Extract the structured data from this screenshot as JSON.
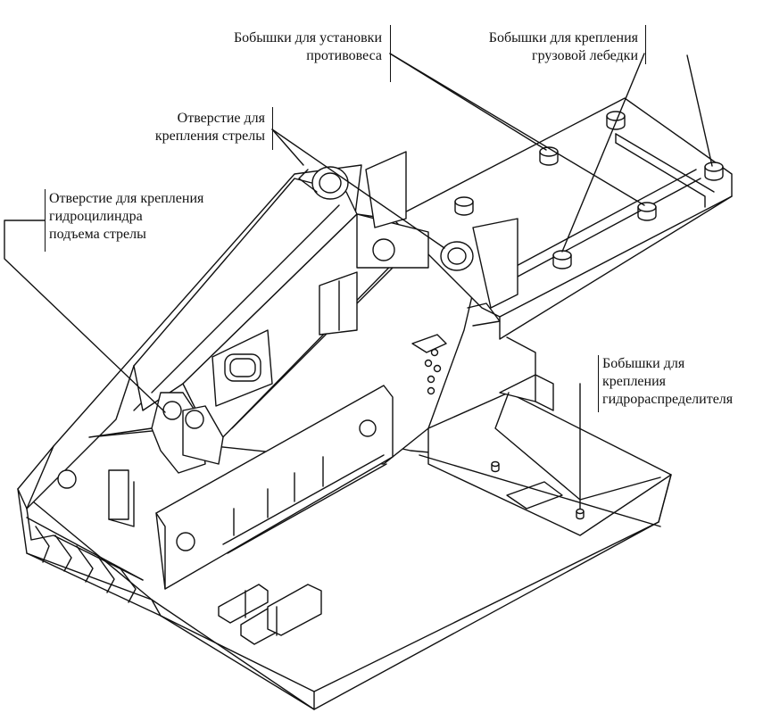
{
  "labels": {
    "counterweight_bosses": [
      "Бобышки для установки",
      "противовеса"
    ],
    "winch_bosses": [
      "Бобышки для крепления",
      "грузовой лебедки"
    ],
    "boom_mount_hole": [
      "Отверстие для",
      "крепления стрелы"
    ],
    "boom_cylinder_hole": [
      "Отверстие для крепления",
      "гидроцилиндра",
      "подъема стрелы"
    ],
    "valve_bosses": [
      "Бобышки для",
      "крепления",
      "гидрораспределителя"
    ]
  },
  "colors": {
    "line": "#111111",
    "background": "#ffffff"
  }
}
